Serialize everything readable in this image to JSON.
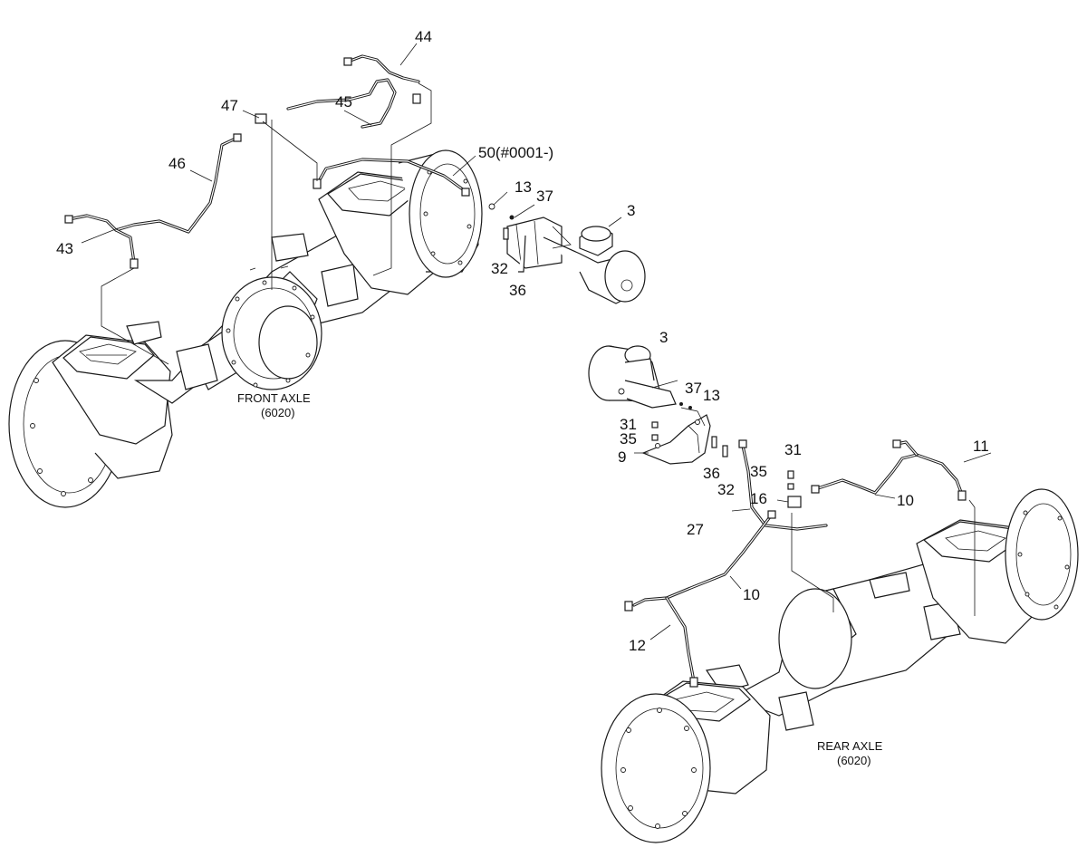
{
  "diagram": {
    "captions": {
      "front_axle": {
        "line1": "FRONT AXLE",
        "line2": "(6020)"
      },
      "rear_axle": {
        "line1": "REAR AXLE",
        "line2": "(6020)"
      }
    },
    "front_callouts": {
      "p44": "44",
      "p45": "45",
      "p47": "47",
      "p46": "46",
      "p43": "43",
      "p50": "50(#0001-)",
      "p13": "13",
      "p37": "37",
      "p3": "3",
      "p32": "32",
      "p36": "36"
    },
    "rear_callouts": {
      "p3": "3",
      "p37": "37",
      "p13": "13",
      "p31a": "31",
      "p35a": "35",
      "p9": "9",
      "p36": "36",
      "p32": "32",
      "p31b": "31",
      "p35b": "35",
      "p16": "16",
      "p27": "27",
      "p11": "11",
      "p10a": "10",
      "p10b": "10",
      "p12": "12"
    }
  }
}
